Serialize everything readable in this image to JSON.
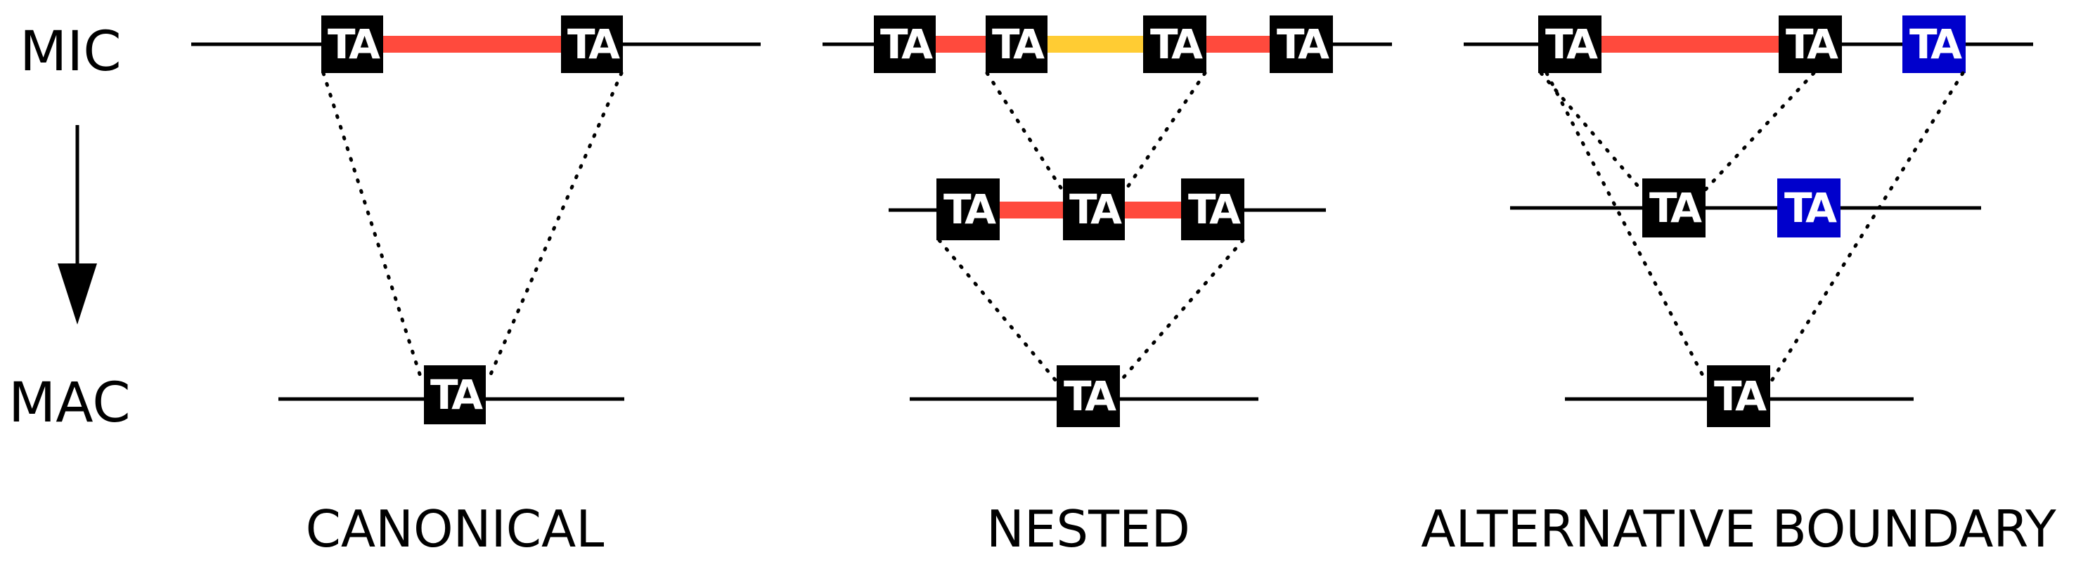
{
  "labels": {
    "top": "MIC",
    "bottom": "MAC"
  },
  "panels": {
    "canonical": "CANONICAL",
    "nested": "NESTED",
    "alternative": "ALTERNATIVE BOUNDARY"
  },
  "box_text": "TA",
  "colors": {
    "box": "#000000",
    "alt_box": "#0000cc",
    "segment_red": "#ff4a3d",
    "segment_yellow": "#ffcc33",
    "line": "#000000"
  },
  "icons": {
    "arrow": "down-arrow-icon"
  }
}
